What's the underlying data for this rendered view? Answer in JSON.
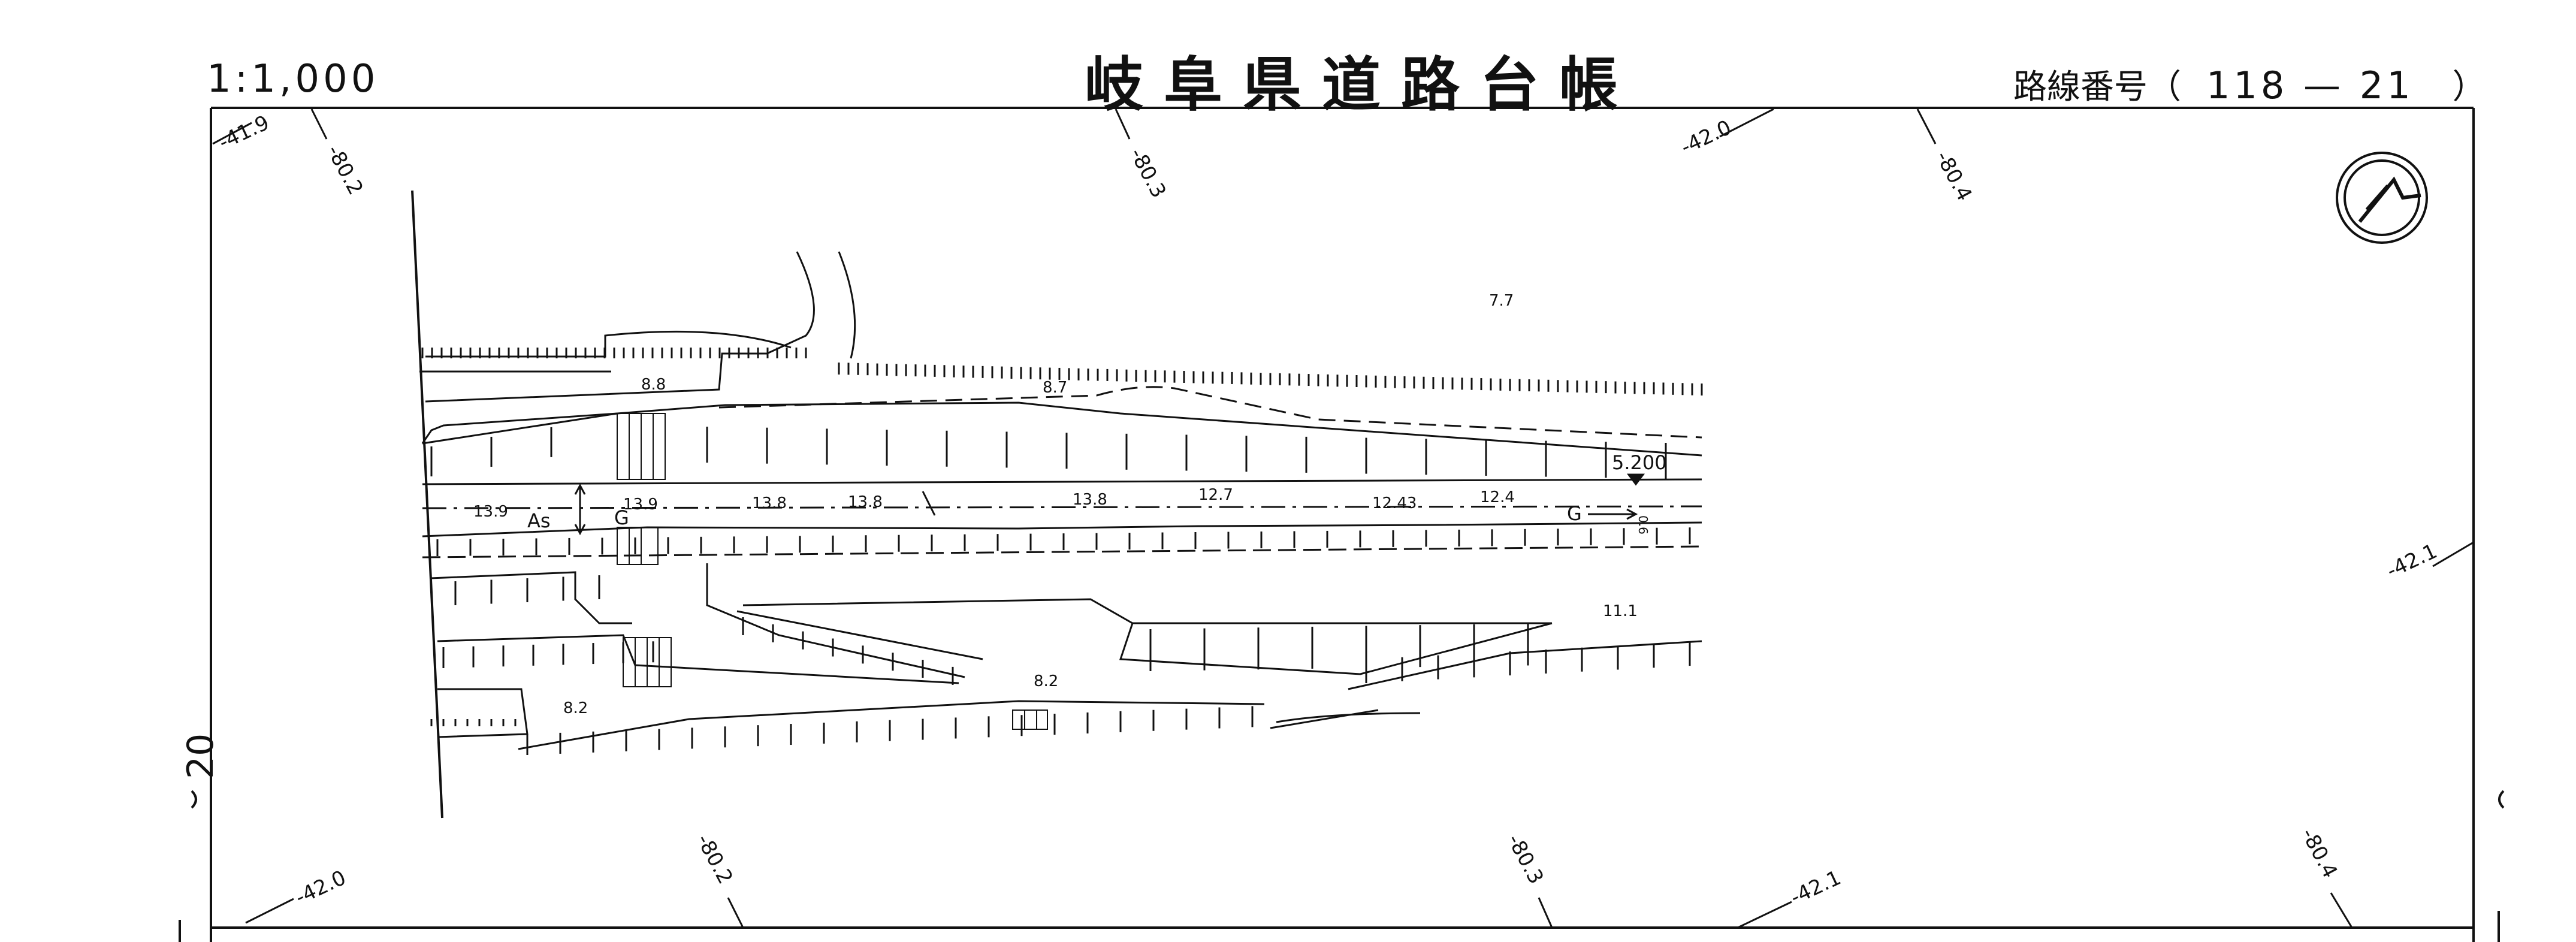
{
  "header": {
    "scale": "1:1,000",
    "title": "岐阜県道路台帳",
    "route_label": "路線番号",
    "route_number": "118 — 21"
  },
  "sheet": {
    "side_number": "20"
  },
  "grid_labels": {
    "top": [
      "-41.9",
      "-80.2",
      "-80.3",
      "-42.0",
      "-80.4"
    ],
    "right": [
      "-42.1"
    ],
    "bottom": [
      "-42.0",
      "-80.2",
      "-80.3",
      "-42.1",
      "-80.4"
    ]
  },
  "spot_heights": [
    "7.7",
    "8.8",
    "8.7",
    "8.2",
    "8.2",
    "11.1"
  ],
  "road_labels": {
    "centerline": [
      "13.9",
      "13.9",
      "13.8",
      "13.8",
      "13.8",
      "12.7",
      "12.43",
      "12.4"
    ],
    "surface": "As",
    "gutter_left": "G",
    "gutter_right": "G",
    "width": "5.200",
    "offset": "0.6"
  },
  "symbols": {
    "north_arrow": "north-arrow-icon"
  },
  "colors": {
    "ink": "#111111",
    "paper": "#ffffff"
  }
}
